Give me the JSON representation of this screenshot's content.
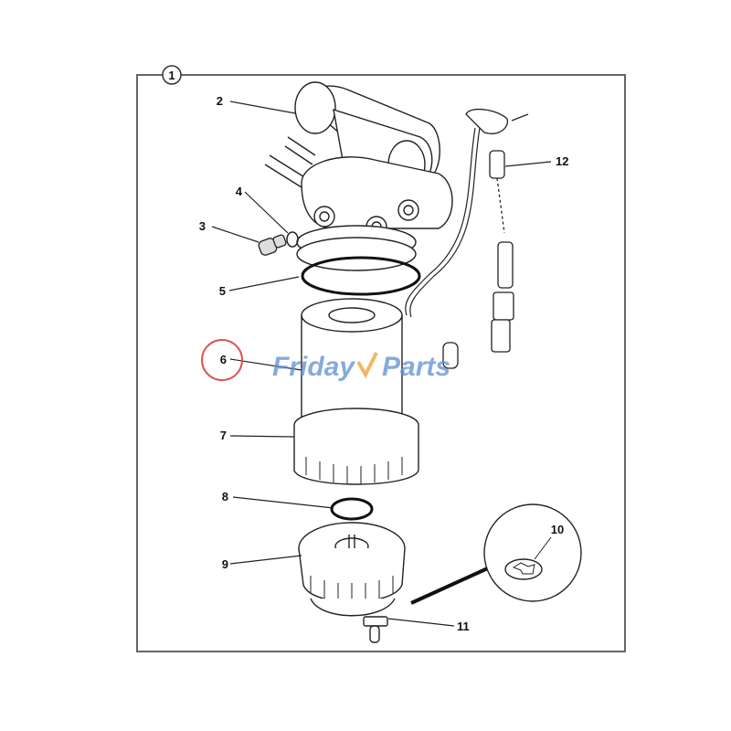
{
  "diagram": {
    "title_callout": "1",
    "callouts": [
      {
        "id": "2",
        "label": "2"
      },
      {
        "id": "3",
        "label": "3"
      },
      {
        "id": "4",
        "label": "4"
      },
      {
        "id": "5",
        "label": "5"
      },
      {
        "id": "6",
        "label": "6",
        "highlighted": true
      },
      {
        "id": "7",
        "label": "7"
      },
      {
        "id": "8",
        "label": "8"
      },
      {
        "id": "9",
        "label": "9"
      },
      {
        "id": "10",
        "label": "10"
      },
      {
        "id": "11",
        "label": "11"
      },
      {
        "id": "12",
        "label": "12"
      }
    ],
    "highlight_color": "#d9534f",
    "watermark": {
      "part1": "Friday",
      "part2": "Parts",
      "text_color": "#5b8fd1",
      "check_color": "#f0a030"
    }
  }
}
